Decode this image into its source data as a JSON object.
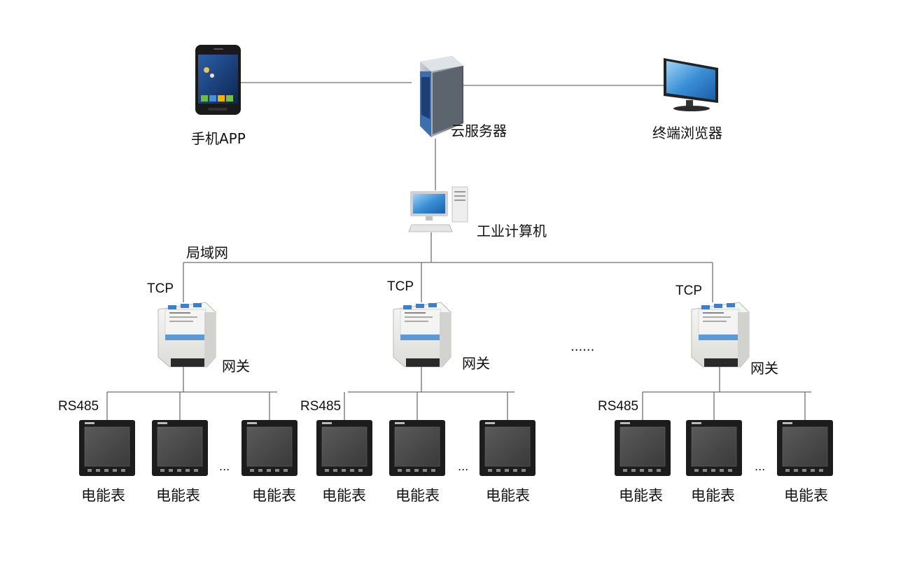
{
  "nodes": {
    "phone": {
      "label": "手机APP"
    },
    "cloud_server": {
      "label": "云服务器"
    },
    "browser": {
      "label": "终端浏览器"
    },
    "industrial_pc": {
      "label": "工业计算机"
    }
  },
  "network": {
    "lan_label": "局域网",
    "tcp_label": "TCP",
    "rs485_label": "RS485",
    "gateway_label": "网关"
  },
  "groups": [
    {
      "meters": [
        "电能表",
        "电能表",
        "电能表"
      ],
      "ellipsis": "..."
    },
    {
      "meters": [
        "电能表",
        "电能表",
        "电能表"
      ],
      "ellipsis": "..."
    },
    {
      "meters": [
        "电能表",
        "电能表",
        "电能表"
      ],
      "ellipsis": "..."
    }
  ],
  "groups_ellipsis": "......",
  "colors": {
    "line": "#6f6f6f",
    "screen_blue": "#3a8fd6",
    "meter_body": "#1c1c1c",
    "meter_screen": "#4a4a4a",
    "gateway_body": "#efefed"
  }
}
